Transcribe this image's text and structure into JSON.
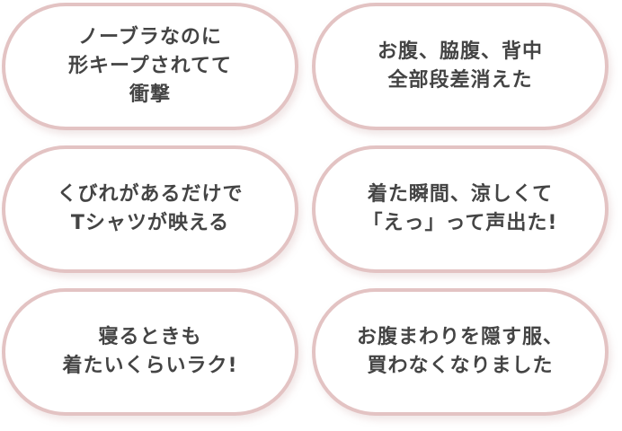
{
  "bubbles": [
    {
      "text": "ノーブラなのに\n形キープされてて\n衝撃"
    },
    {
      "text": "お腹、脇腹、背中\n全部段差消えた"
    },
    {
      "text": "くびれがあるだけで\nTシャツが映える"
    },
    {
      "text": "着た瞬間、涼しくて\n「えっ」って声出た!"
    },
    {
      "text": "寝るときも\n着たいくらいラク!"
    },
    {
      "text": "お腹まわりを隠す服、\n買わなくなりました"
    }
  ],
  "colors": {
    "border": "#e3c3c3",
    "text": "#444444"
  }
}
